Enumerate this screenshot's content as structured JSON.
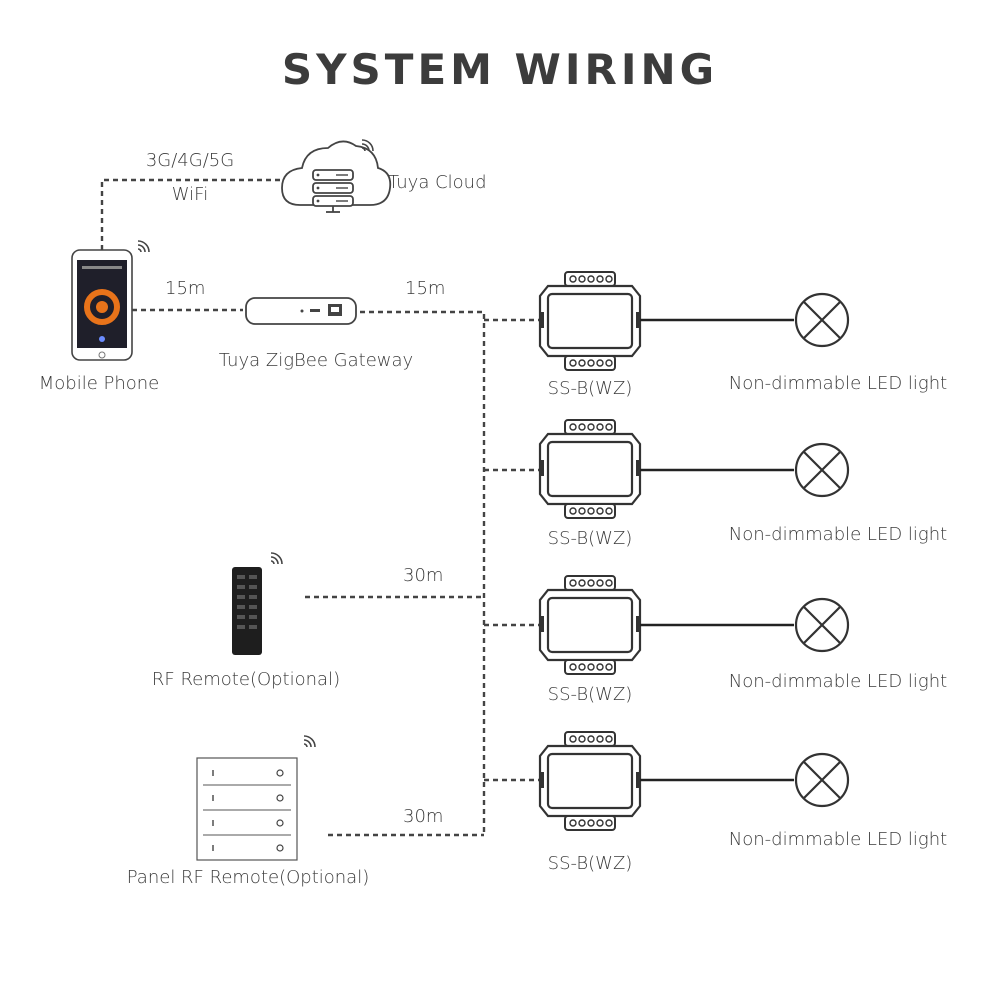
{
  "title": "SYSTEM WIRING",
  "network": {
    "line1": "3G/4G/5G",
    "line2": "WiFi"
  },
  "cloud": {
    "label": "Tuya Cloud",
    "icon": "cloud-server-icon"
  },
  "phone": {
    "label": "Mobile Phone",
    "icon": "smartphone-icon",
    "accent": "#e8731a"
  },
  "gateway": {
    "label": "Tuya ZigBee Gateway",
    "icon": "gateway-icon"
  },
  "distances": {
    "phone_gateway": "15m",
    "gateway_controllers": "15m",
    "rf_remote": "30m",
    "panel_remote": "30m"
  },
  "rf_remote": {
    "label": "RF Remote(Optional)",
    "icon": "rf-remote-icon"
  },
  "panel_remote": {
    "label": "Panel RF Remote(Optional)",
    "icon": "panel-remote-icon"
  },
  "controllers": [
    {
      "label": "SS-B(WZ)",
      "light": "Non-dimmable LED light"
    },
    {
      "label": "SS-B(WZ)",
      "light": "Non-dimmable LED light"
    },
    {
      "label": "SS-B(WZ)",
      "light": "Non-dimmable LED light"
    },
    {
      "label": "SS-B(WZ)",
      "light": "Non-dimmable LED light"
    }
  ]
}
